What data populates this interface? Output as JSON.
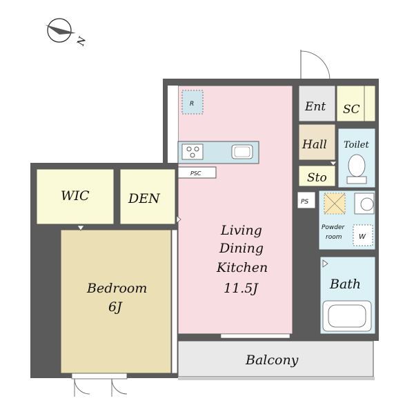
{
  "compass": {
    "letter": "N",
    "icon": "compass-arrow-icon"
  },
  "colors": {
    "wall": "#5b5b5b",
    "living": "#f8dde2",
    "bedroom": "#eadfb5",
    "yellow_room": "#fbfad8",
    "wet_area": "#dcf1f5",
    "balcony": "#e9e9e9",
    "corridor": "#efe3cb",
    "entrance": "#e8e8e8",
    "kitchen": "#cfe6ec"
  },
  "rooms": {
    "ldk": {
      "line1": "Living",
      "line2": "Dining",
      "line3": "Kitchen",
      "size": "11.5J"
    },
    "bedroom": {
      "line1": "Bedroom",
      "size": "6J"
    },
    "wic": "WIC",
    "den": "DEN",
    "balcony": "Balcony",
    "entrance": "Ent",
    "shoe_closet": "SC",
    "hall": "Hall",
    "storage": "Sto",
    "toilet": "Toilet",
    "powder_room_line1": "Powder",
    "powder_room_line2": "room",
    "washer": "W",
    "bath": "Bath",
    "pipe_space": "PS",
    "pipe_shaft_kitchen": "PSC",
    "fridge": "R"
  }
}
